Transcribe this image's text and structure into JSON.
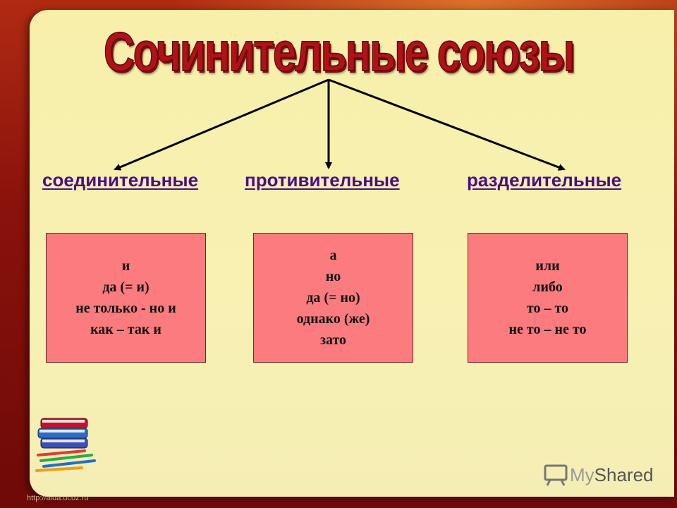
{
  "title": "Сочинительные союзы",
  "categories": [
    {
      "label": "соединительные",
      "items": [
        "и",
        "да (= и)",
        "не только - но и",
        "как – так и"
      ]
    },
    {
      "label": "противительные",
      "items": [
        "а",
        "но",
        "да (= но)",
        "однако (же)",
        "зато"
      ]
    },
    {
      "label": "разделительные",
      "items": [
        "или",
        "либо",
        "то – то",
        "не то – не то"
      ]
    }
  ],
  "footer": {
    "site_url": "http://aida.ucoz.ru",
    "logo_my": "My",
    "logo_shared": "Shared"
  },
  "colors": {
    "title": "#b01217",
    "category": "#4b0d8c",
    "box": "#fb7b7e",
    "panel": "#f8f1b3"
  }
}
